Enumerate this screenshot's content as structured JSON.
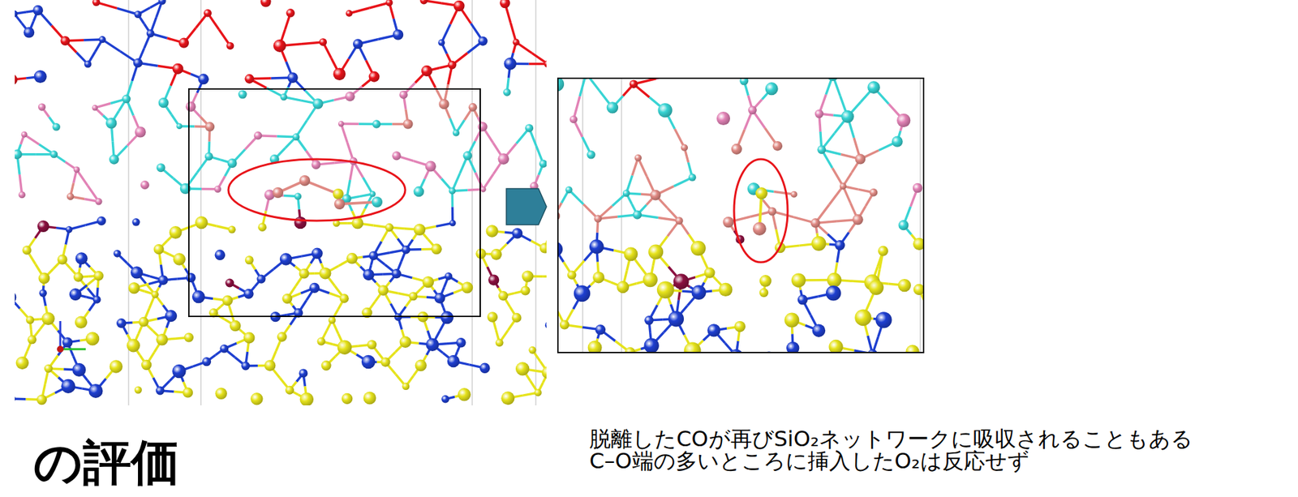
{
  "diagram": {
    "labels": [
      "脱離したCOが再びSiO₂ネットワークに吸収されることもある",
      "C–O端の多いところに挿入したO₂は反応せず",
      "の評価"
    ]
  }
}
